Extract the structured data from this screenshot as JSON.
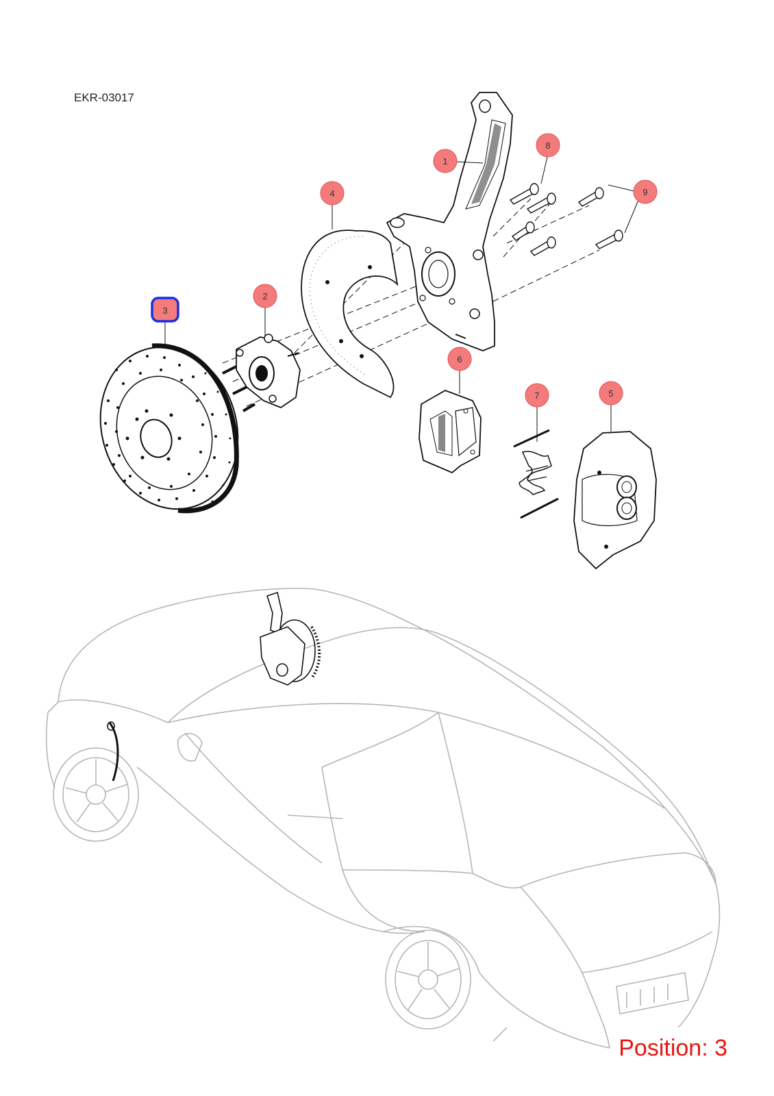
{
  "diagram": {
    "document_code": "EKR-03017",
    "position_label": "Position: 3",
    "selected_callout": "3",
    "callouts": [
      {
        "number": "1"
      },
      {
        "number": "2"
      },
      {
        "number": "3"
      },
      {
        "number": "4"
      },
      {
        "number": "5"
      },
      {
        "number": "6"
      },
      {
        "number": "7"
      },
      {
        "number": "8"
      },
      {
        "number": "9"
      }
    ],
    "colors": {
      "callout_fill": "#f47b7b",
      "callout_stroke": "#e05050",
      "selected_stroke": "#1a2fe0",
      "position_text": "#e8150f",
      "line_art": "#111111",
      "car_outline": "#b5b5b5"
    }
  }
}
